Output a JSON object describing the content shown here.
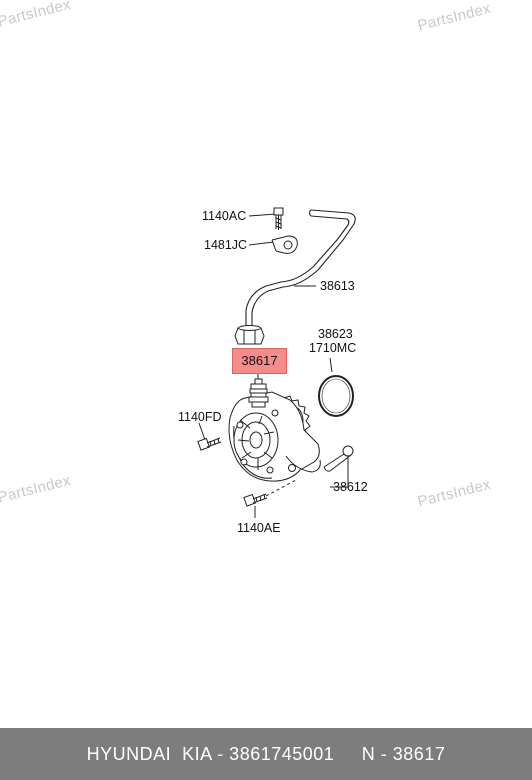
{
  "watermark": "PartsIndex",
  "callouts": {
    "bolt_top": "1140AC",
    "clip": "1481JC",
    "hose": "38613",
    "oring_1": "38623",
    "oring_2": "1710MC",
    "pump": "38617",
    "bolt_left": "1140FD",
    "pin": "38612",
    "bolt_bottom": "1140AE"
  },
  "footer": {
    "text": "HYUNDAI  KIA - 3861745001     N - 38617"
  },
  "colors": {
    "highlight": "#f58c8c",
    "footer_bg": "#7d7d7d",
    "watermark": "#c9c9c9"
  }
}
